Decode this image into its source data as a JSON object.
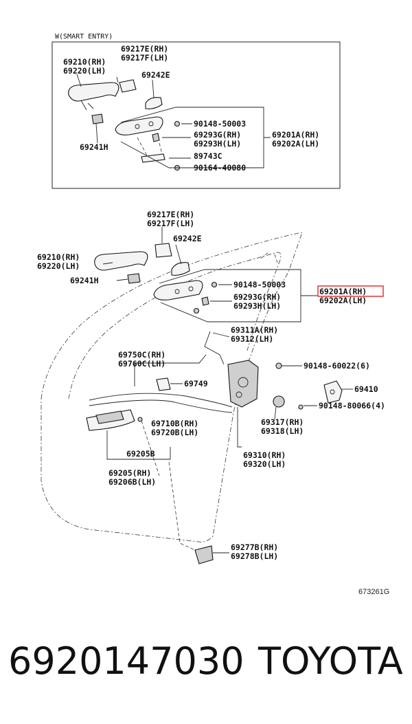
{
  "diagram": {
    "inset_title": "W(SMART ENTRY)",
    "inset_labels": {
      "handle_rh_lh_top": "69217E(RH)",
      "handle_lh_top": "69217F(LH)",
      "outer_handle_rh": "69210(RH)",
      "outer_handle_lh": "69220(LH)",
      "pad": "69242E",
      "bolt_a": "90148-50003",
      "rod_rh": "69293G(RH)",
      "rod_lh": "69293H(LH)",
      "frame_rh": "69201A(RH)",
      "frame_lh": "69202A(LH)",
      "clip": "89743C",
      "bolt_b": "90164-40080",
      "cover": "69241H"
    },
    "main_labels": {
      "cap_rh": "69217E(RH)",
      "cap_lh": "69217F(LH)",
      "pad": "69242E",
      "outer_handle_rh": "69210(RH)",
      "outer_handle_lh": "69220(LH)",
      "cover": "69241H",
      "bolt_a": "90148-50003",
      "frame_rh": "69201A(RH)",
      "frame_lh": "69202A(LH)",
      "rod_rh": "69293G(RH)",
      "rod_lh": "69293H(LH)",
      "link_rh": "69311A(RH)",
      "link_lh": "69312(LH)",
      "cable_rh": "69750C(RH)",
      "cable_lh": "69760C(LH)",
      "screw_lock": "90148-60022(6)",
      "clamp": "69749",
      "striker": "69410",
      "screw_striker": "90148-80066(4)",
      "cable2_rh": "69710B(RH)",
      "cable2_lh": "69720B(LH)",
      "cushion_rh": "69317(RH)",
      "cushion_lh": "69318(LH)",
      "bezel": "69205B",
      "lock_rh": "69310(RH)",
      "lock_lh": "69320(LH)",
      "inner_handle_rh": "69205(RH)",
      "inner_handle_lh": "69206B(LH)",
      "cap2_rh": "69277B(RH)",
      "cap2_lh": "69278B(LH)"
    },
    "highlighted_part": "69201A(RH)",
    "highlight_color": "#e0242a",
    "reference_code": "673261G"
  },
  "footer": {
    "part_number": "6920147030",
    "brand": "TOYOTA"
  }
}
